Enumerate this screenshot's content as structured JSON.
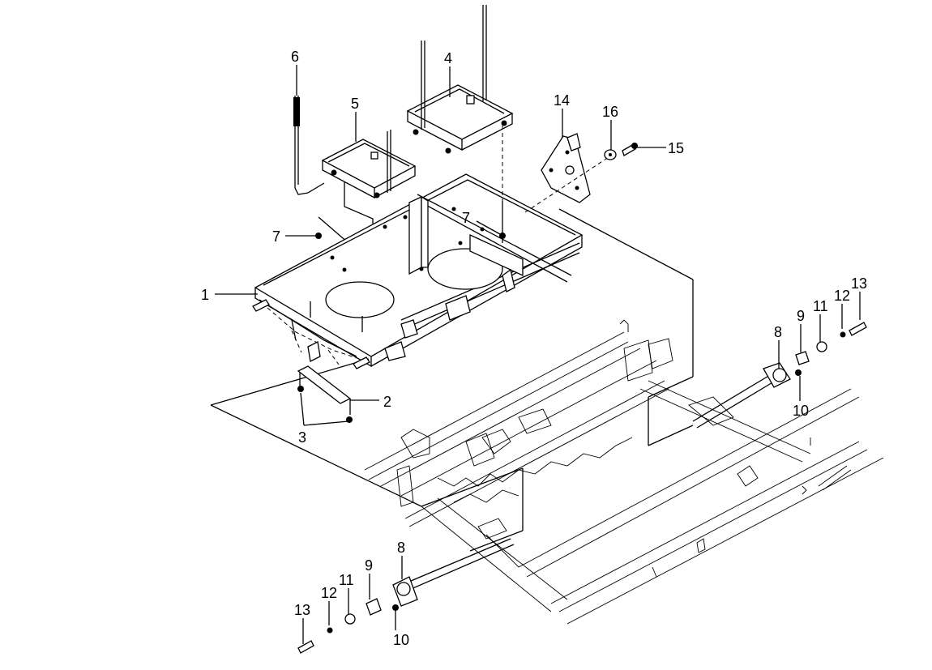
{
  "labels": {
    "1": "1",
    "2": "2",
    "3": "3",
    "4": "4",
    "5": "5",
    "6": "6",
    "7a": "7",
    "7b": "7",
    "8a": "8",
    "8b": "8",
    "9a": "9",
    "9b": "9",
    "10a": "10",
    "10b": "10",
    "11a": "11",
    "11b": "11",
    "12a": "12",
    "12b": "12",
    "13a": "13",
    "13b": "13",
    "14": "14",
    "15": "15",
    "16": "16"
  }
}
